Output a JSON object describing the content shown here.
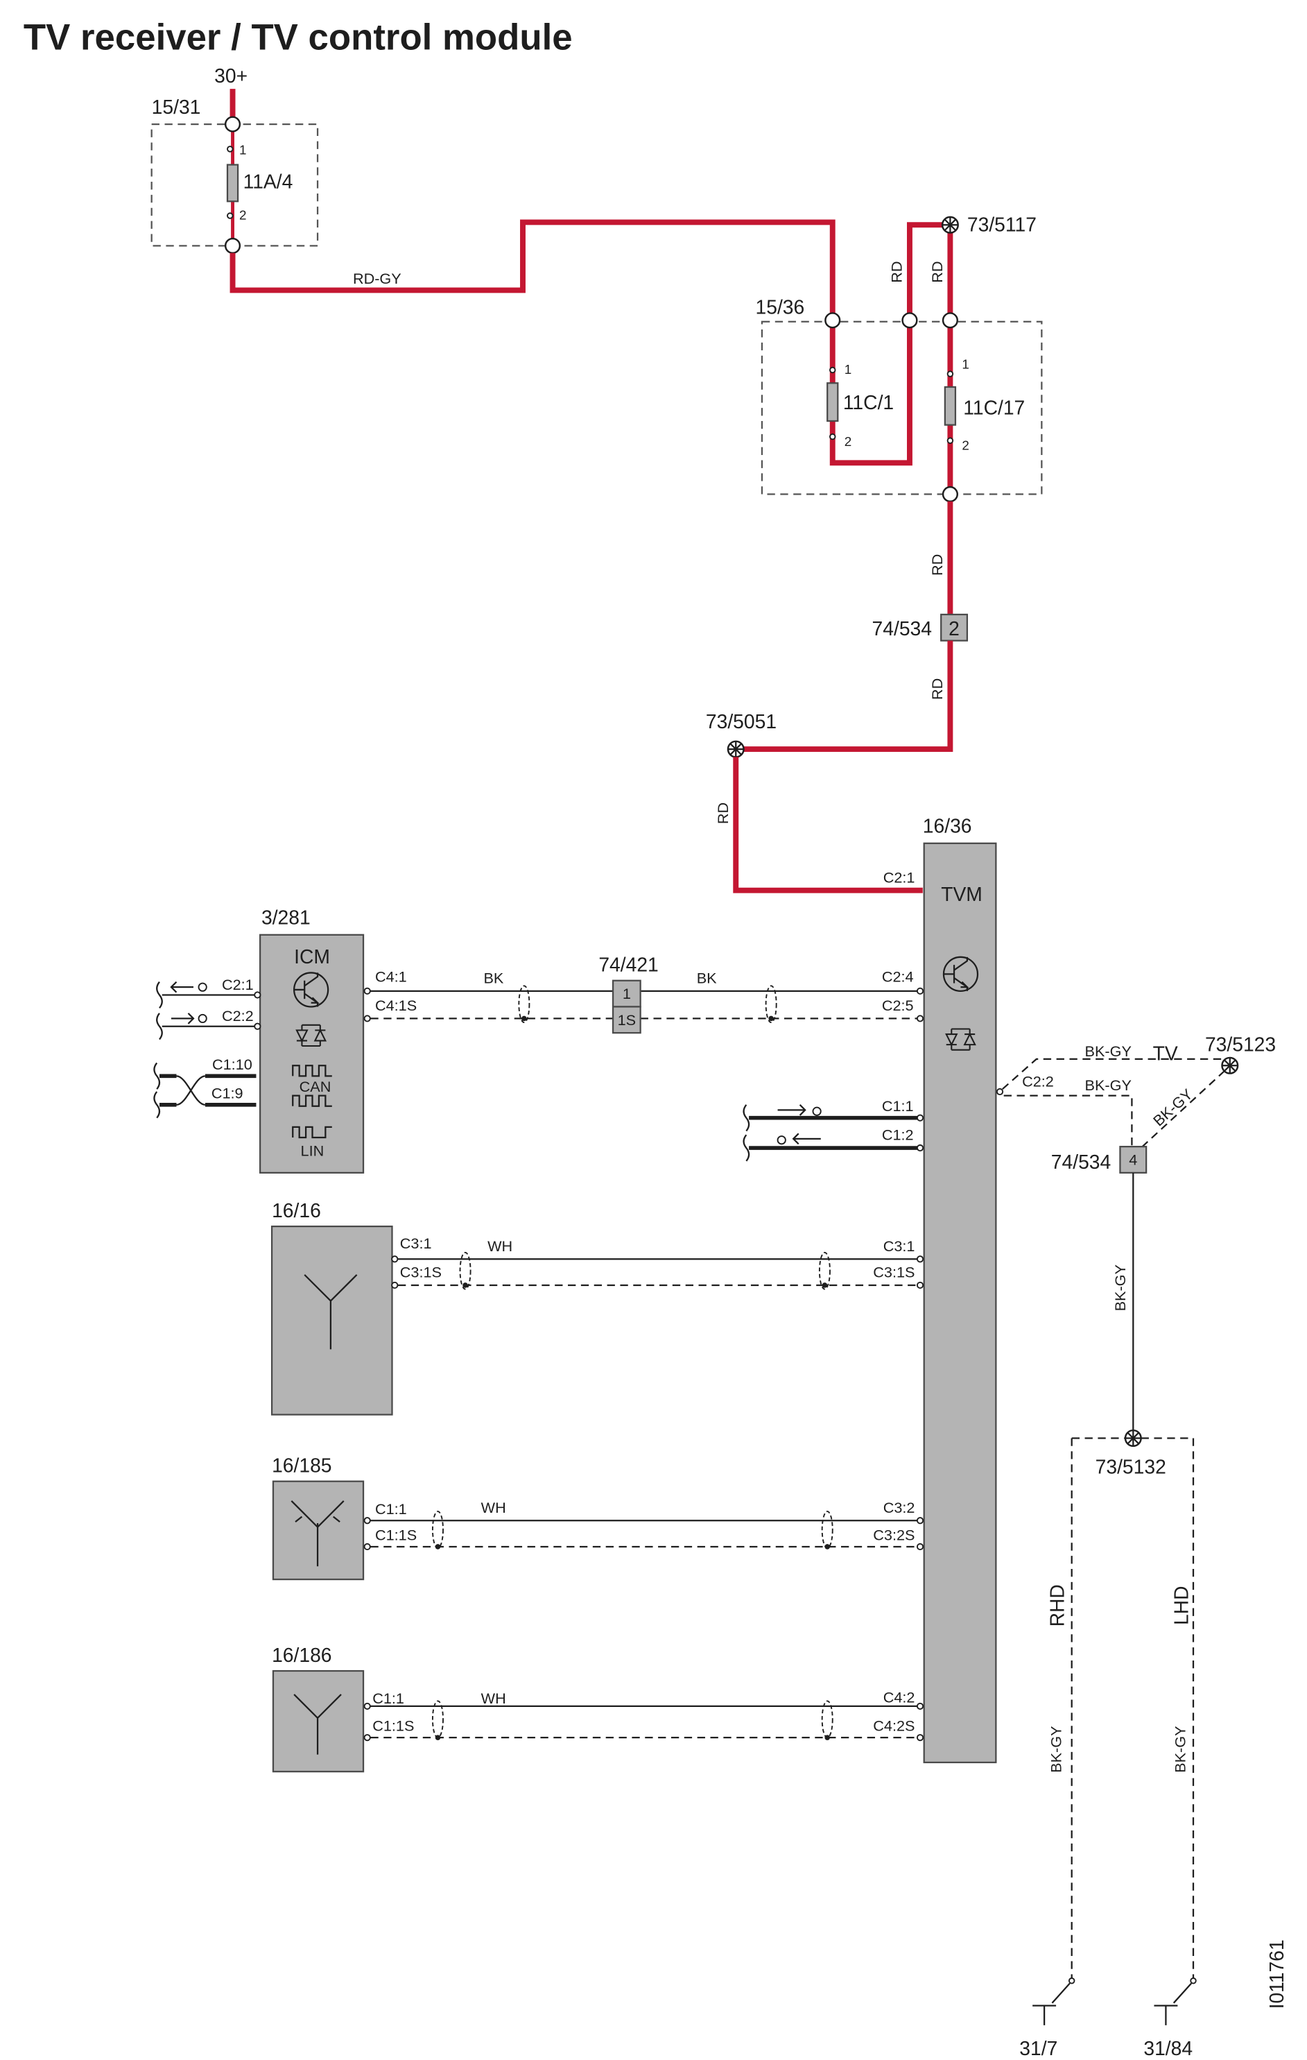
{
  "title": "TV receiver / TV control module",
  "drawing_number": "I011761",
  "colors": {
    "power_wire": "#c41732",
    "component_fill": "#b4b4b4",
    "line": "#1e1e1e",
    "background": "#ffffff"
  },
  "supply": "30+",
  "wire_colors": {
    "rd_gy": "RD-GY",
    "rd": "RD",
    "bk": "BK",
    "wh": "WH",
    "bk_gy": "BK-GY"
  },
  "fuse_box_15_31": {
    "id": "15/31",
    "fuse": "11A/4",
    "pin_in": "1",
    "pin_out": "2"
  },
  "fuse_box_15_36": {
    "id": "15/36",
    "fuse_1": {
      "id": "11C/1",
      "pin_in": "1",
      "pin_out": "2"
    },
    "fuse_2": {
      "id": "11C/17",
      "pin_in": "1",
      "pin_out": "2"
    }
  },
  "splices": {
    "s5117": "73/5117",
    "s5051": "73/5051",
    "s5123": "73/5123",
    "s5132": "73/5132"
  },
  "connectors": {
    "c74_534_supply": {
      "id": "74/534",
      "pin": "2"
    },
    "c74_421": {
      "id": "74/421",
      "pin": "1",
      "pin_shield": "1S"
    },
    "c74_534_ground": {
      "id": "74/534",
      "pin": "4"
    }
  },
  "tvm": {
    "id": "16/36",
    "name": "TVM",
    "pins": {
      "c2_1": "C2:1",
      "c2_4": "C2:4",
      "c2_5": "C2:5",
      "c1_1": "C1:1",
      "c1_2": "C1:2",
      "c2_2": "C2:2",
      "c3_1": "C3:1",
      "c3_1s": "C3:1S",
      "c3_2": "C3:2",
      "c3_2s": "C3:2S",
      "c4_2": "C4:2",
      "c4_2s": "C4:2S"
    }
  },
  "icm": {
    "id": "3/281",
    "name": "ICM",
    "bus_can": "CAN",
    "bus_lin": "LIN",
    "pins": {
      "c2_1": "C2:1",
      "c2_2": "C2:2",
      "c1_10": "C1:10",
      "c1_9": "C1:9",
      "c4_1": "C4:1",
      "c4_1s": "C4:1S"
    }
  },
  "antennas": [
    {
      "id": "16/16",
      "pin": "C3:1",
      "pin_shield": "C3:1S"
    },
    {
      "id": "16/185",
      "pin": "C1:1",
      "pin_shield": "C1:1S"
    },
    {
      "id": "16/186",
      "pin": "C1:1",
      "pin_shield": "C1:1S"
    }
  ],
  "tv_label": "TV",
  "variants": {
    "rhd": "RHD",
    "lhd": "LHD"
  },
  "grounds": {
    "g31_7": "31/7",
    "g31_84": "31/84"
  }
}
